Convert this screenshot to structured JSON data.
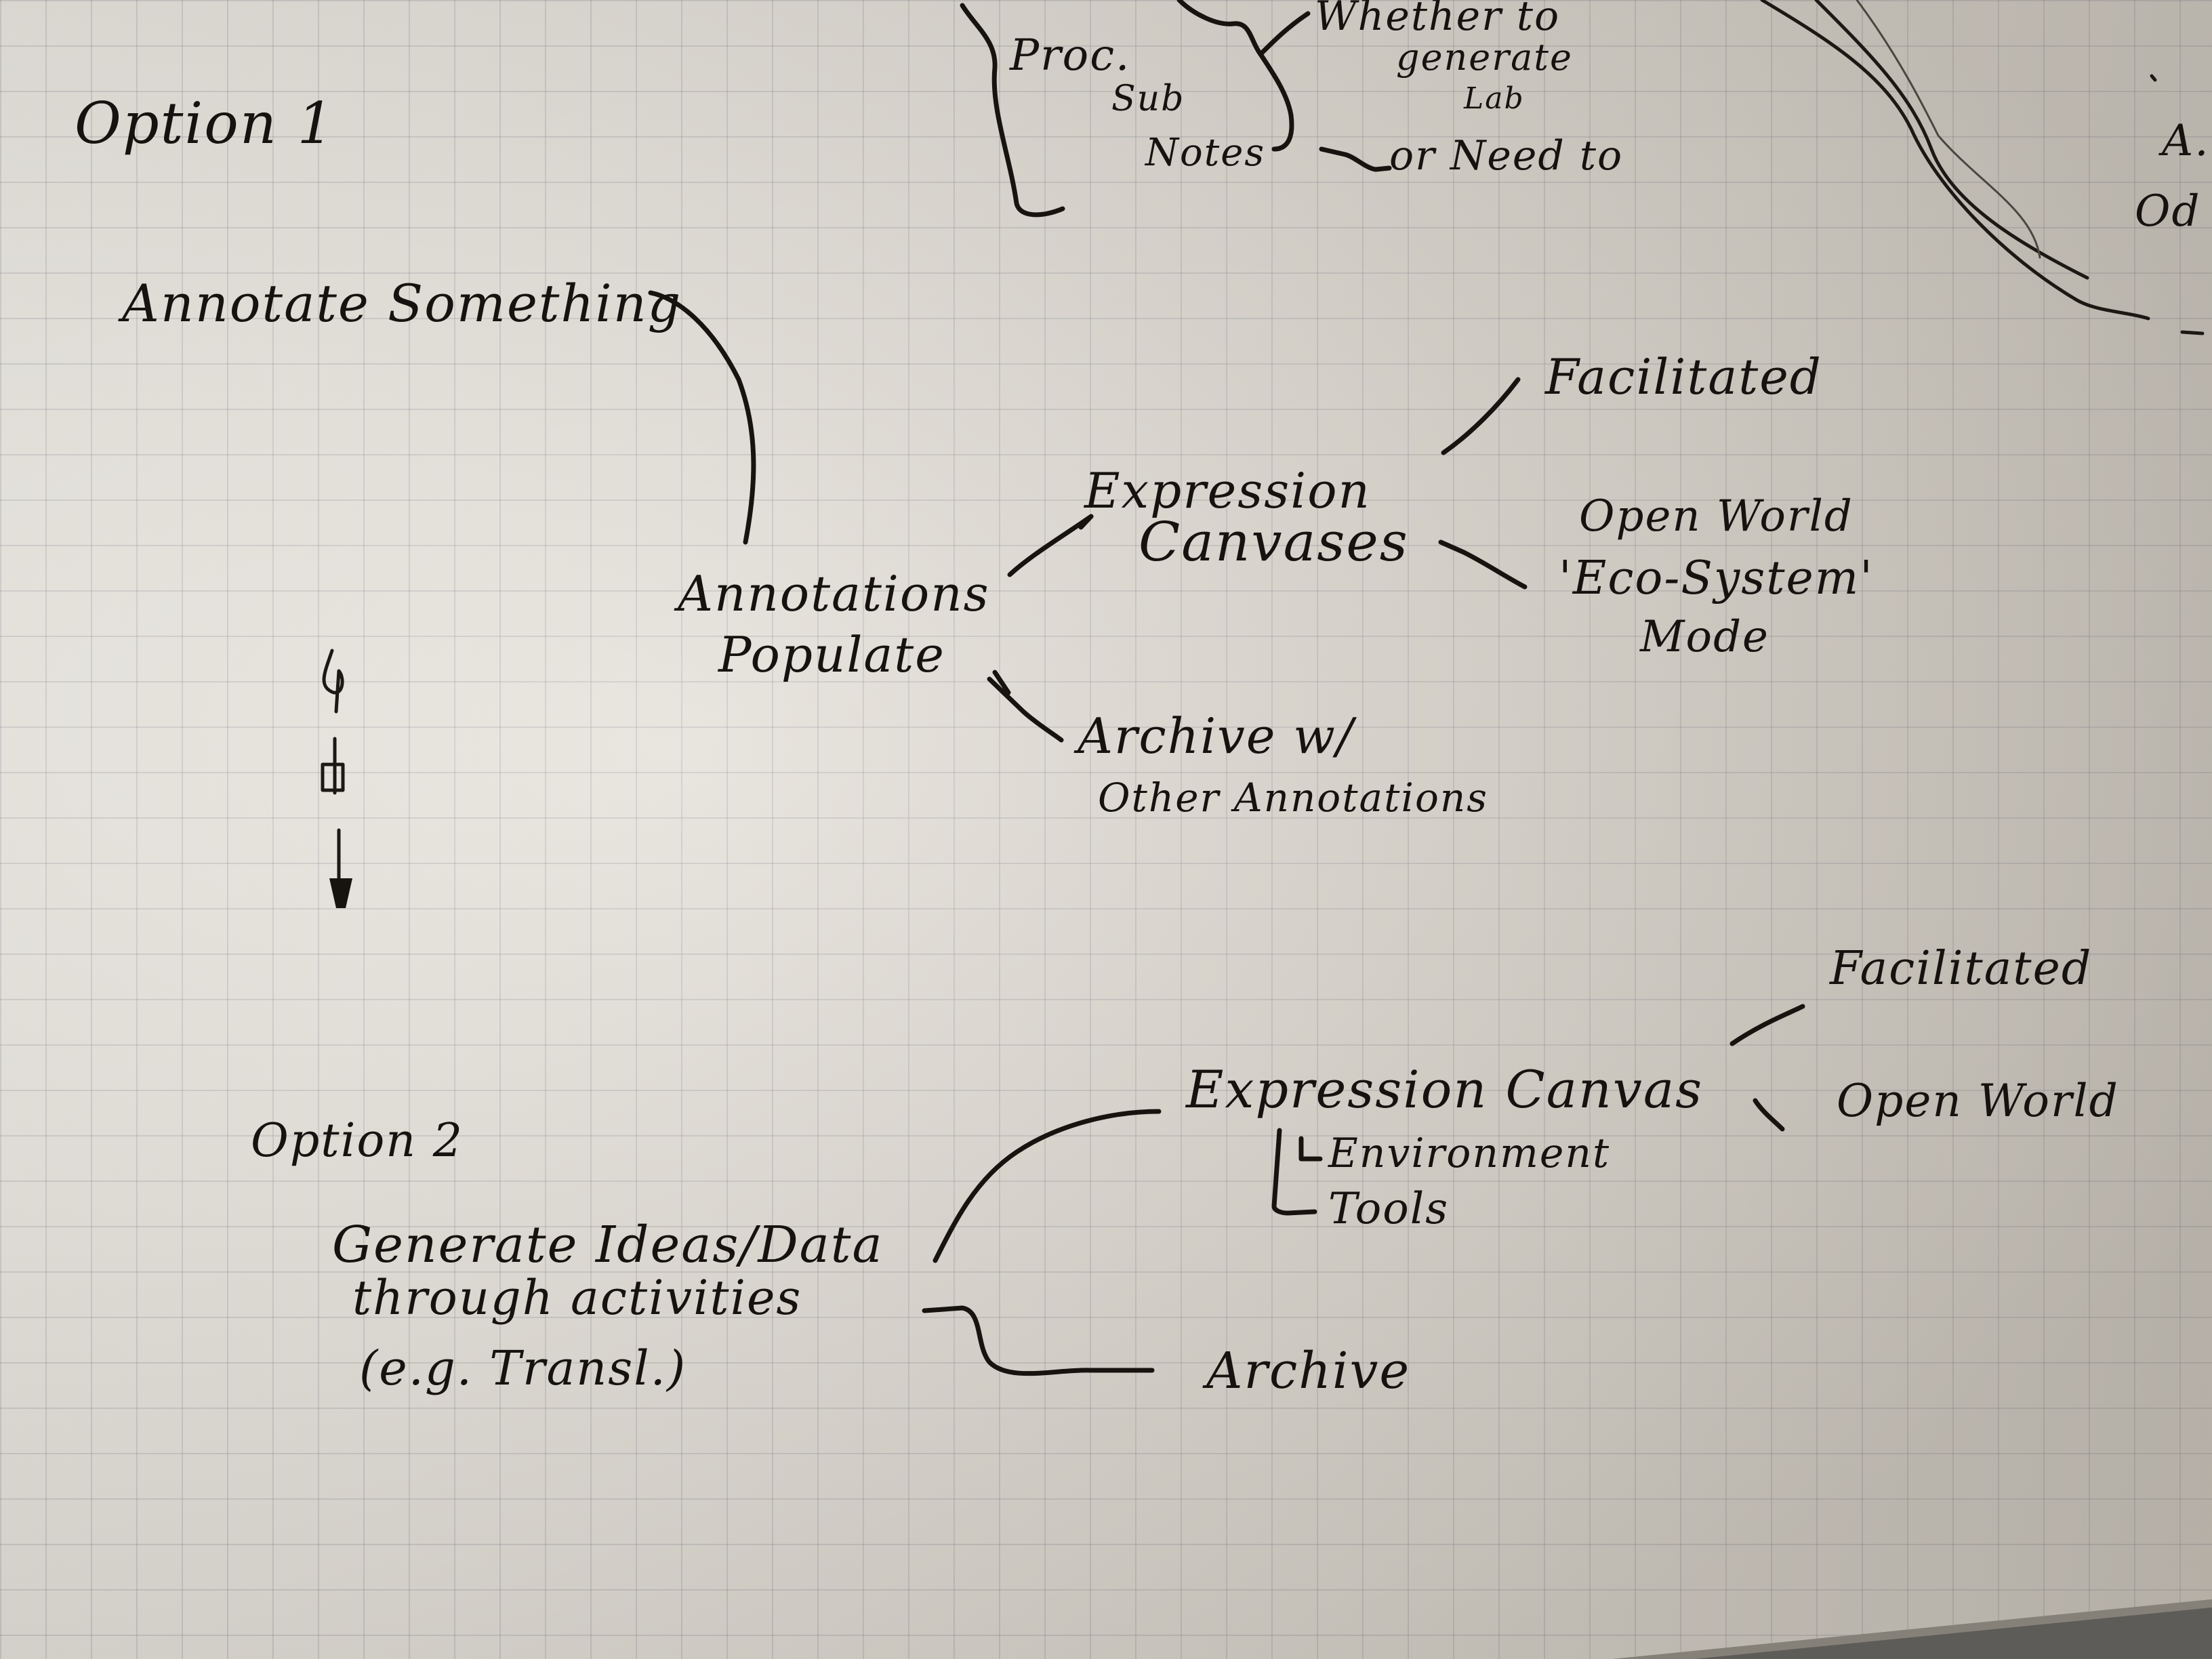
{
  "notes": {
    "top_corner": {
      "process": "Proc.",
      "sub": "Sub",
      "notes": "Notes",
      "whether_line1": "Whether to",
      "whether_line2": "generate",
      "whether_line3": "Lab",
      "need": "or Need to",
      "right_a": "A.",
      "right_od": "Od"
    },
    "option1": {
      "heading": "Option 1",
      "start": "Annotate Something",
      "hub_line1": "Annotations",
      "hub_line2": "Populate",
      "canvas_line1": "Expression",
      "canvas_line2": "Canvases",
      "facilitated": "Facilitated",
      "open_world_line1": "Open World",
      "open_world_line2": "'Eco-System'",
      "open_world_line3": "Mode",
      "archive_line1": "Archive w/",
      "archive_line2": "Other Annotations"
    },
    "option2": {
      "heading": "Option 2",
      "start_line1": "Generate Ideas/Data",
      "start_line2": "through activities",
      "start_line3": "(e.g. Transl.)",
      "canvas": "Expression Canvas",
      "sub1": "Environment",
      "sub2": "Tools",
      "facilitated": "Facilitated",
      "open_world": "Open World",
      "archive": "Archive"
    }
  },
  "colors": {
    "paper": "#e6e2da",
    "ink": "#17130f",
    "grid": "#8a8a94"
  }
}
